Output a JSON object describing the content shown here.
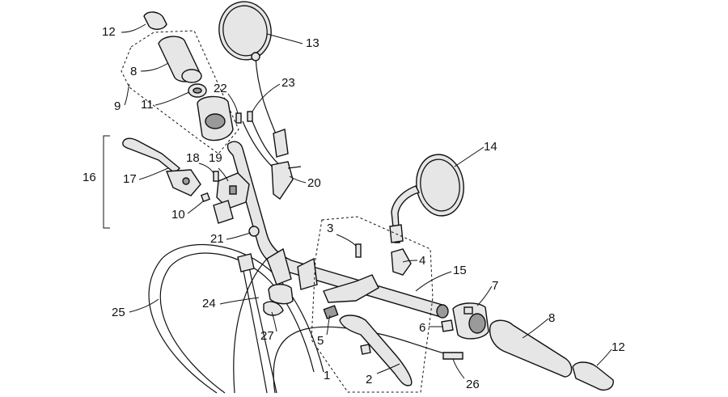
{
  "diagram": {
    "callouts": {
      "c1": "1",
      "c2": "2",
      "c3": "3",
      "c4": "4",
      "c5": "5",
      "c6": "6",
      "c7": "7",
      "c8a": "8",
      "c8b": "8",
      "c9": "9",
      "c10": "10",
      "c11": "11",
      "c12a": "12",
      "c12b": "12",
      "c13": "13",
      "c14": "14",
      "c15": "15",
      "c16": "16",
      "c17": "17",
      "c18": "18",
      "c19": "19",
      "c20": "20",
      "c21": "21",
      "c22": "22",
      "c23": "23",
      "c24": "24",
      "c25": "25",
      "c26": "26",
      "c27": "27"
    }
  }
}
